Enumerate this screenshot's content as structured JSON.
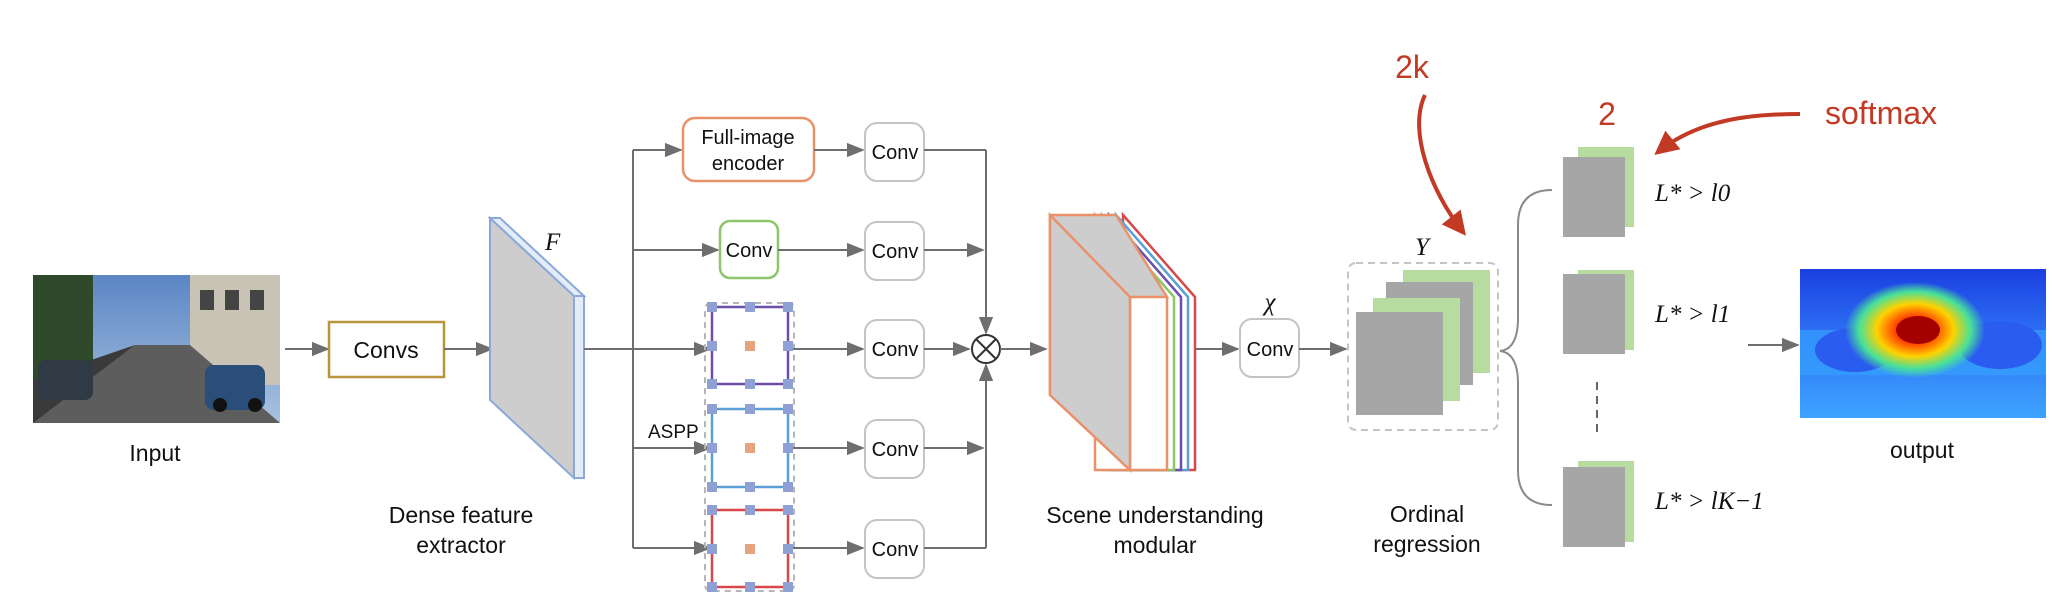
{
  "labels": {
    "input": "Input",
    "convs": "Convs",
    "dense_line1": "Dense feature",
    "dense_line2": "extractor",
    "feature_symbol": "F",
    "full_image_line1": "Full-image",
    "full_image_line2": "encoder",
    "conv": "Conv",
    "aspp": "ASPP",
    "scene_line1": "Scene understanding",
    "scene_line2": "modular",
    "chi_symbol": "χ",
    "y_symbol": "Y",
    "ordinal_line1": "Ordinal",
    "ordinal_line2": "regression",
    "output": "output",
    "annot_2k": "2k",
    "annot_2": "2",
    "annot_softmax": "softmax"
  },
  "ordinal_conditions": [
    "L* > l0",
    "L* > l1",
    "L* > lK−1"
  ],
  "colors": {
    "annotation_red": "#c23a24",
    "full_image_orange": "#e9926a",
    "conv_green": "#8cc66a",
    "aspp_purple": "#6b4fa8",
    "aspp_blue": "#5a9fd6",
    "aspp_red": "#d84848",
    "feature_blue": "#8aa8d8",
    "map_gray": "#a6a6a6",
    "map_green": "#b6dc9f"
  }
}
